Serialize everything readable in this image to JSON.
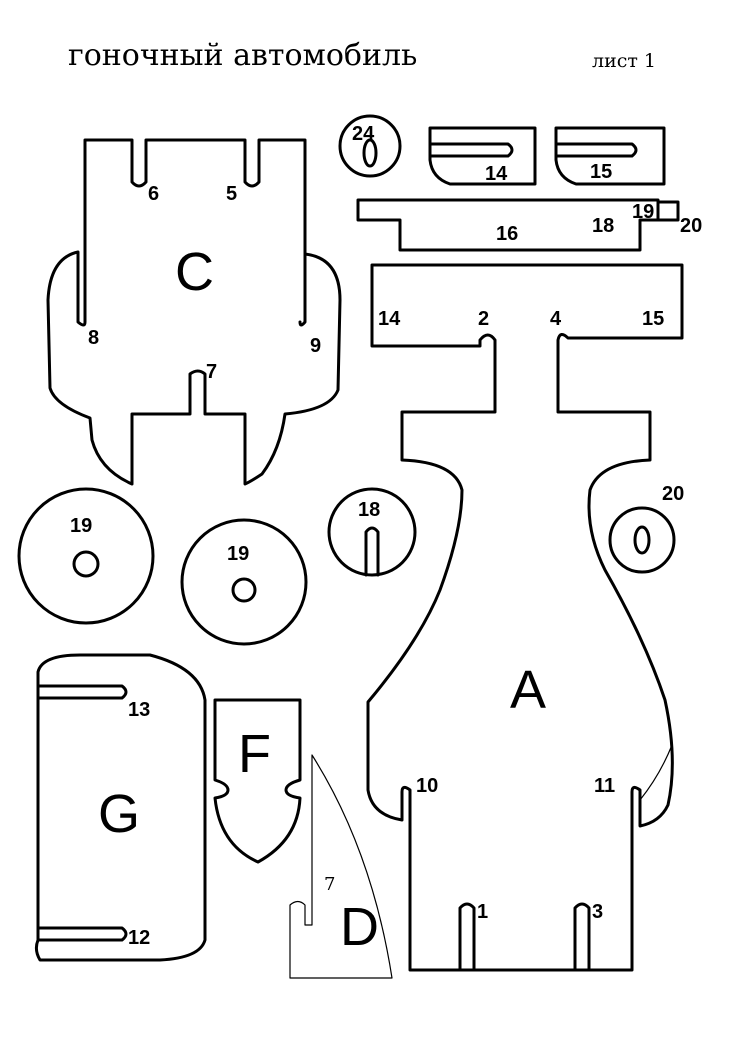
{
  "title": "гоночный автомобиль",
  "sheet": "лист 1",
  "parts": {
    "A": "A",
    "C": "C",
    "D": "D",
    "F": "F",
    "G": "G"
  },
  "labels": {
    "c_slot_6": "6",
    "c_slot_5": "5",
    "c_slot_8": "8",
    "c_slot_9": "9",
    "c_slot_7": "7",
    "disc_24": "24",
    "tab_14": "14",
    "tab_15": "15",
    "bar_16": "16",
    "bar_18": "18",
    "bar_19": "19",
    "bar_20": "20",
    "plate_14": "14",
    "plate_15": "15",
    "slot_2": "2",
    "slot_4": "4",
    "wheel_19_left": "19",
    "wheel_19_right": "19",
    "disc_18": "18",
    "disc_20": "20",
    "g_slot_13": "13",
    "g_slot_12": "12",
    "d_slot_7": "7",
    "a_slot_10": "10",
    "a_slot_11": "11",
    "a_slot_1": "1",
    "a_slot_3": "3"
  }
}
